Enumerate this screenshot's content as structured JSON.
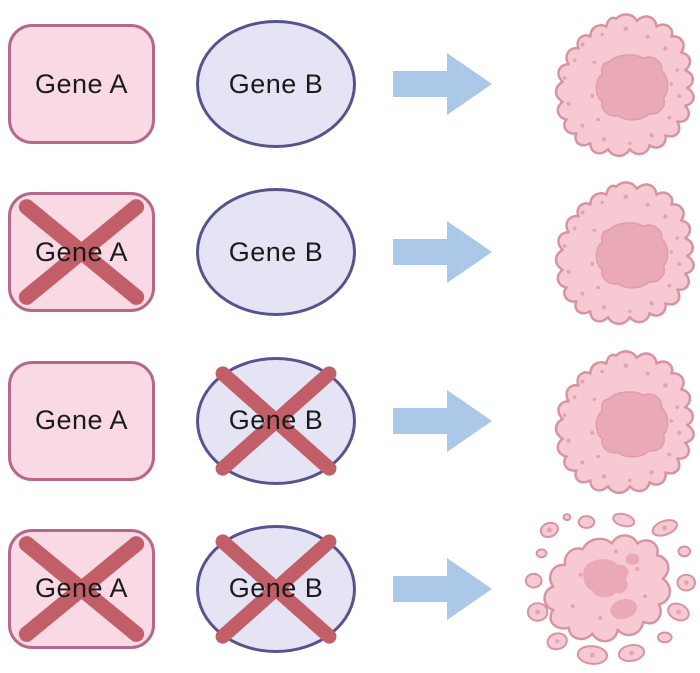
{
  "figure": {
    "title_hidden": "",
    "rows": [
      {
        "gene_a": {
          "label": "Gene A",
          "knocked_out": false
        },
        "gene_b": {
          "label": "Gene B",
          "knocked_out": false
        },
        "outcome": "viable-cell"
      },
      {
        "gene_a": {
          "label": "Gene A",
          "knocked_out": true
        },
        "gene_b": {
          "label": "Gene B",
          "knocked_out": false
        },
        "outcome": "viable-cell"
      },
      {
        "gene_a": {
          "label": "Gene A",
          "knocked_out": false
        },
        "gene_b": {
          "label": "Gene B",
          "knocked_out": true
        },
        "outcome": "viable-cell"
      },
      {
        "gene_a": {
          "label": "Gene A",
          "knocked_out": true
        },
        "gene_b": {
          "label": "Gene B",
          "knocked_out": true
        },
        "outcome": "apoptotic-cell"
      }
    ],
    "colors": {
      "gene_a_fill": "#f8d9e4",
      "gene_a_border": "#b5688c",
      "gene_b_fill": "#e4e4f4",
      "gene_b_border": "#56538f",
      "cross": "#c25e67",
      "arrow": "#abc8e8",
      "cell_fill": "#f7cad3",
      "cell_border": "#d893a3",
      "nucleus_fill": "#e9a9b7",
      "nucleus_border": "#e09cab",
      "speckle": "#e2a3b2",
      "label": "#1b1b1b",
      "background": "#ffffff"
    }
  }
}
